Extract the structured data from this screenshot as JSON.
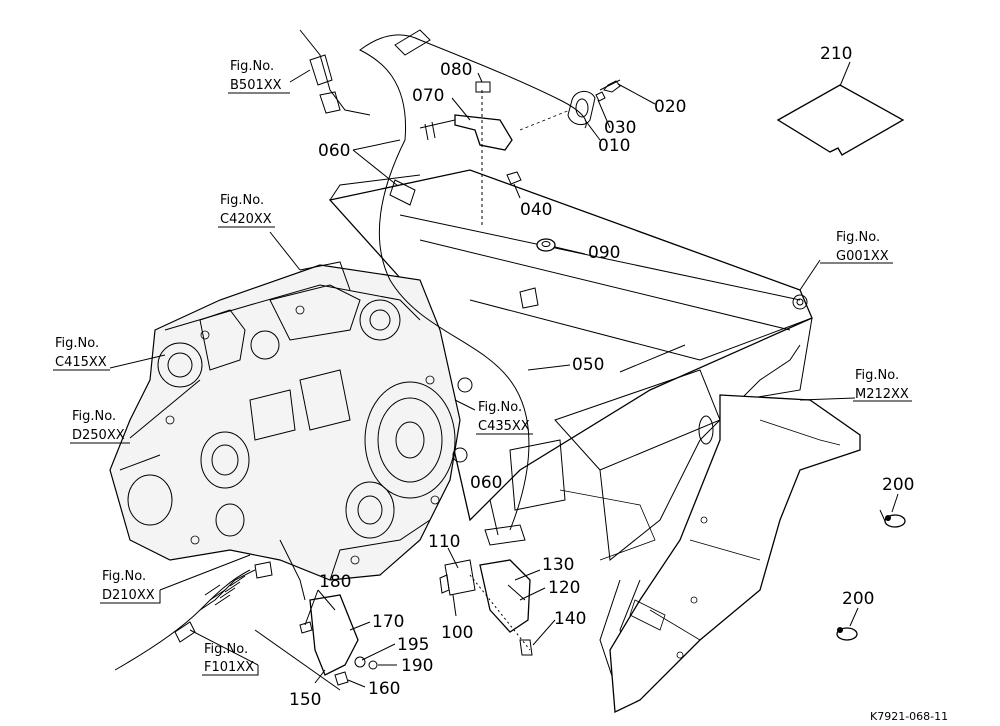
{
  "callouts": [
    {
      "id": "p080",
      "label": "080"
    },
    {
      "id": "p070",
      "label": "070"
    },
    {
      "id": "p020",
      "label": "020"
    },
    {
      "id": "p030",
      "label": "030"
    },
    {
      "id": "p010",
      "label": "010"
    },
    {
      "id": "p060a",
      "label": "060"
    },
    {
      "id": "p040",
      "label": "040"
    },
    {
      "id": "p090",
      "label": "090"
    },
    {
      "id": "p050",
      "label": "050"
    },
    {
      "id": "p060b",
      "label": "060"
    },
    {
      "id": "p110",
      "label": "110"
    },
    {
      "id": "p130",
      "label": "130"
    },
    {
      "id": "p120",
      "label": "120"
    },
    {
      "id": "p140",
      "label": "140"
    },
    {
      "id": "p100",
      "label": "100"
    },
    {
      "id": "p180",
      "label": "180"
    },
    {
      "id": "p170",
      "label": "170"
    },
    {
      "id": "p195",
      "label": "195"
    },
    {
      "id": "p190",
      "label": "190"
    },
    {
      "id": "p160",
      "label": "160"
    },
    {
      "id": "p150",
      "label": "150"
    },
    {
      "id": "p200a",
      "label": "200"
    },
    {
      "id": "p200b",
      "label": "200"
    },
    {
      "id": "p210",
      "label": "210"
    }
  ],
  "figure_refs": [
    {
      "id": "b501",
      "prefix": "Fig.No.",
      "number": "B501XX"
    },
    {
      "id": "c420",
      "prefix": "Fig.No.",
      "number": "C420XX"
    },
    {
      "id": "c415",
      "prefix": "Fig.No.",
      "number": "C415XX"
    },
    {
      "id": "d250",
      "prefix": "Fig.No.",
      "number": "D250XX"
    },
    {
      "id": "c435",
      "prefix": "Fig.No.",
      "number": "C435XX"
    },
    {
      "id": "g001",
      "prefix": "Fig.No.",
      "number": "G001XX"
    },
    {
      "id": "m212",
      "prefix": "Fig.No.",
      "number": "M212XX"
    },
    {
      "id": "d210",
      "prefix": "Fig.No.",
      "number": "D210XX"
    },
    {
      "id": "f101",
      "prefix": "Fig.No.",
      "number": "F101XX"
    }
  ],
  "drawing_code": "K7921-068-11"
}
